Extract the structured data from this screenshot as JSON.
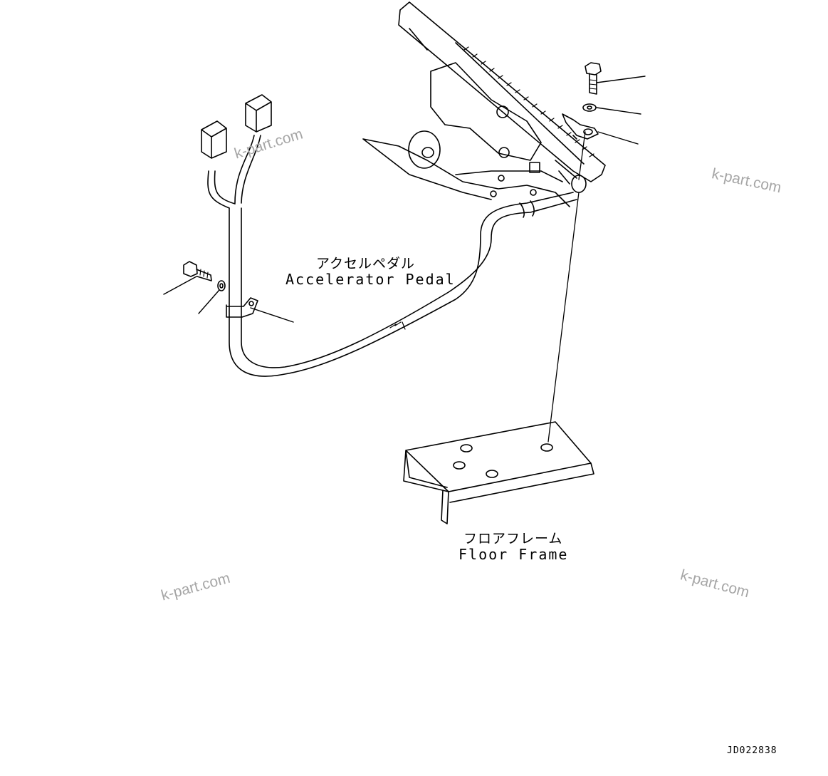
{
  "labels": {
    "accelerator_pedal_jp": "アクセルペダル",
    "accelerator_pedal_en": "Accelerator Pedal",
    "floor_frame_jp": "フロアフレーム",
    "floor_frame_en": "Floor Frame"
  },
  "watermarks": [
    "k-part.com",
    "k-part.com",
    "k-part.com",
    "k-part.com"
  ],
  "document_id": "JD022838",
  "colors": {
    "line": "#000000",
    "watermark": "#a6a6a6",
    "background": "#ffffff"
  }
}
